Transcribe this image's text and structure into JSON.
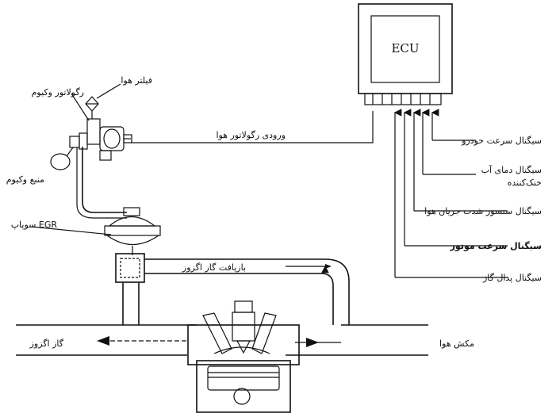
{
  "ecu": {
    "label": "ECU"
  },
  "labels": {
    "air_filter": "فیلتر هوا",
    "vacuum_regulator": "رگولاتور وکیوم",
    "vacuum_source": "منبع وکیوم",
    "egr_valve": "سوپاپ EGR",
    "regulator_input": "ورودی رگولاتور هوا",
    "exhaust_recirculation": "بازیافت گاز اگزوز",
    "exhaust_gas": "گاز اگزوز",
    "air_intake": "مکش هوا"
  },
  "signals": [
    {
      "label": "سیگنال سرعت خودرو"
    },
    {
      "label_line1": "سیگنال دمای آب",
      "label_line2": "خنک‌کننده"
    },
    {
      "label": "سیگنال سنسور شدت جریان هوا"
    },
    {
      "label": "سیگنال سرعت موتور"
    },
    {
      "label": "سیگنال پدال گاز"
    }
  ]
}
